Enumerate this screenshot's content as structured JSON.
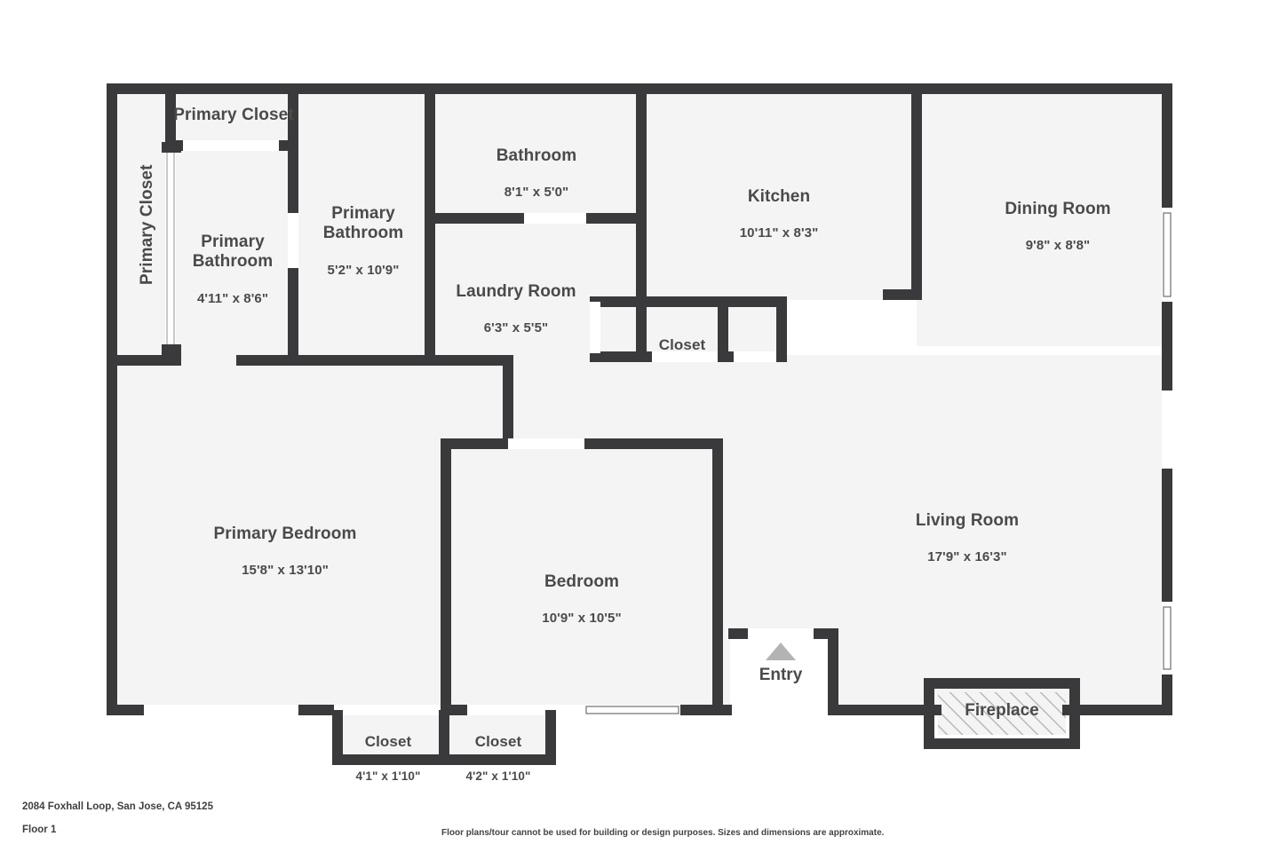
{
  "meta": {
    "address": "2084 Foxhall Loop, San Jose, CA 95125",
    "floor_label": "Floor 1",
    "disclaimer": "Floor plans/tour cannot be used for building or design purposes. Sizes and dimensions are approximate."
  },
  "colors": {
    "wall": "#3a3a3c",
    "room_fill": "#f4f4f4",
    "background": "#ffffff",
    "label_text": "#4a4a4a",
    "footer_text": "#3f3f3f",
    "opening_white": "#ffffff",
    "entry_arrow": "#b3b3b3",
    "fireplace_hatch": "#b9b9b9"
  },
  "rooms": [
    {
      "id": "primary-closet-left",
      "name": "Primary Closet",
      "dim": "",
      "orientation": "vertical"
    },
    {
      "id": "primary-closet-top",
      "name": "Primary Closet",
      "dim": "",
      "orientation": "horizontal"
    },
    {
      "id": "primary-bathroom-left",
      "name": "Primary Bathroom",
      "dim": "4'11\" x 8'6\"",
      "orientation": "horizontal"
    },
    {
      "id": "primary-bathroom-right",
      "name": "Primary Bathroom",
      "dim": "5'2\" x 10'9\"",
      "orientation": "horizontal"
    },
    {
      "id": "bathroom",
      "name": "Bathroom",
      "dim": "8'1\" x 5'0\"",
      "orientation": "horizontal"
    },
    {
      "id": "laundry-room",
      "name": "Laundry Room",
      "dim": "6'3\" x 5'5\"",
      "orientation": "horizontal"
    },
    {
      "id": "closet-hall",
      "name": "Closet",
      "dim": "",
      "orientation": "horizontal"
    },
    {
      "id": "kitchen",
      "name": "Kitchen",
      "dim": "10'11\" x 8'3\"",
      "orientation": "horizontal"
    },
    {
      "id": "dining-room",
      "name": "Dining Room",
      "dim": "9'8\" x 8'8\"",
      "orientation": "horizontal"
    },
    {
      "id": "living-room",
      "name": "Living Room",
      "dim": "17'9\" x 16'3\"",
      "orientation": "horizontal"
    },
    {
      "id": "primary-bedroom",
      "name": "Primary Bedroom",
      "dim": "15'8\" x 13'10\"",
      "orientation": "horizontal"
    },
    {
      "id": "bedroom",
      "name": "Bedroom",
      "dim": "10'9\" x 10'5\"",
      "orientation": "horizontal"
    },
    {
      "id": "closet-bedroom-left",
      "name": "Closet",
      "dim": "4'1\" x 1'10\"",
      "orientation": "horizontal"
    },
    {
      "id": "closet-bedroom-right",
      "name": "Closet",
      "dim": "4'2\" x 1'10\"",
      "orientation": "horizontal"
    },
    {
      "id": "entry",
      "name": "Entry",
      "dim": "",
      "orientation": "horizontal"
    },
    {
      "id": "fireplace",
      "name": "Fireplace",
      "dim": "",
      "orientation": "horizontal"
    }
  ],
  "labels": {
    "primary_closet_left": {
      "name": "Primary Closet"
    },
    "primary_closet_top": {
      "name": "Primary Closet"
    },
    "primary_bathroom_left": {
      "name": "Primary Bathroom",
      "dim": "4'11\" x 8'6\""
    },
    "primary_bathroom_right": {
      "name": "Primary Bathroom",
      "dim": "5'2\" x 10'9\""
    },
    "bathroom": {
      "name": "Bathroom",
      "dim": "8'1\" x 5'0\""
    },
    "laundry_room": {
      "name": "Laundry Room",
      "dim": "6'3\" x 5'5\""
    },
    "closet_hall": {
      "name": "Closet"
    },
    "kitchen": {
      "name": "Kitchen",
      "dim": "10'11\" x 8'3\""
    },
    "dining_room": {
      "name": "Dining Room",
      "dim": "9'8\" x 8'8\""
    },
    "living_room": {
      "name": "Living Room",
      "dim": "17'9\" x 16'3\""
    },
    "primary_bedroom": {
      "name": "Primary Bedroom",
      "dim": "15'8\" x 13'10\""
    },
    "bedroom": {
      "name": "Bedroom",
      "dim": "10'9\" x 10'5\""
    },
    "closet_bedroom_left": {
      "name": "Closet",
      "dim": "4'1\" x 1'10\""
    },
    "closet_bedroom_right": {
      "name": "Closet",
      "dim": "4'2\" x 1'10\""
    },
    "entry": {
      "name": "Entry"
    },
    "fireplace": {
      "name": "Fireplace"
    }
  }
}
